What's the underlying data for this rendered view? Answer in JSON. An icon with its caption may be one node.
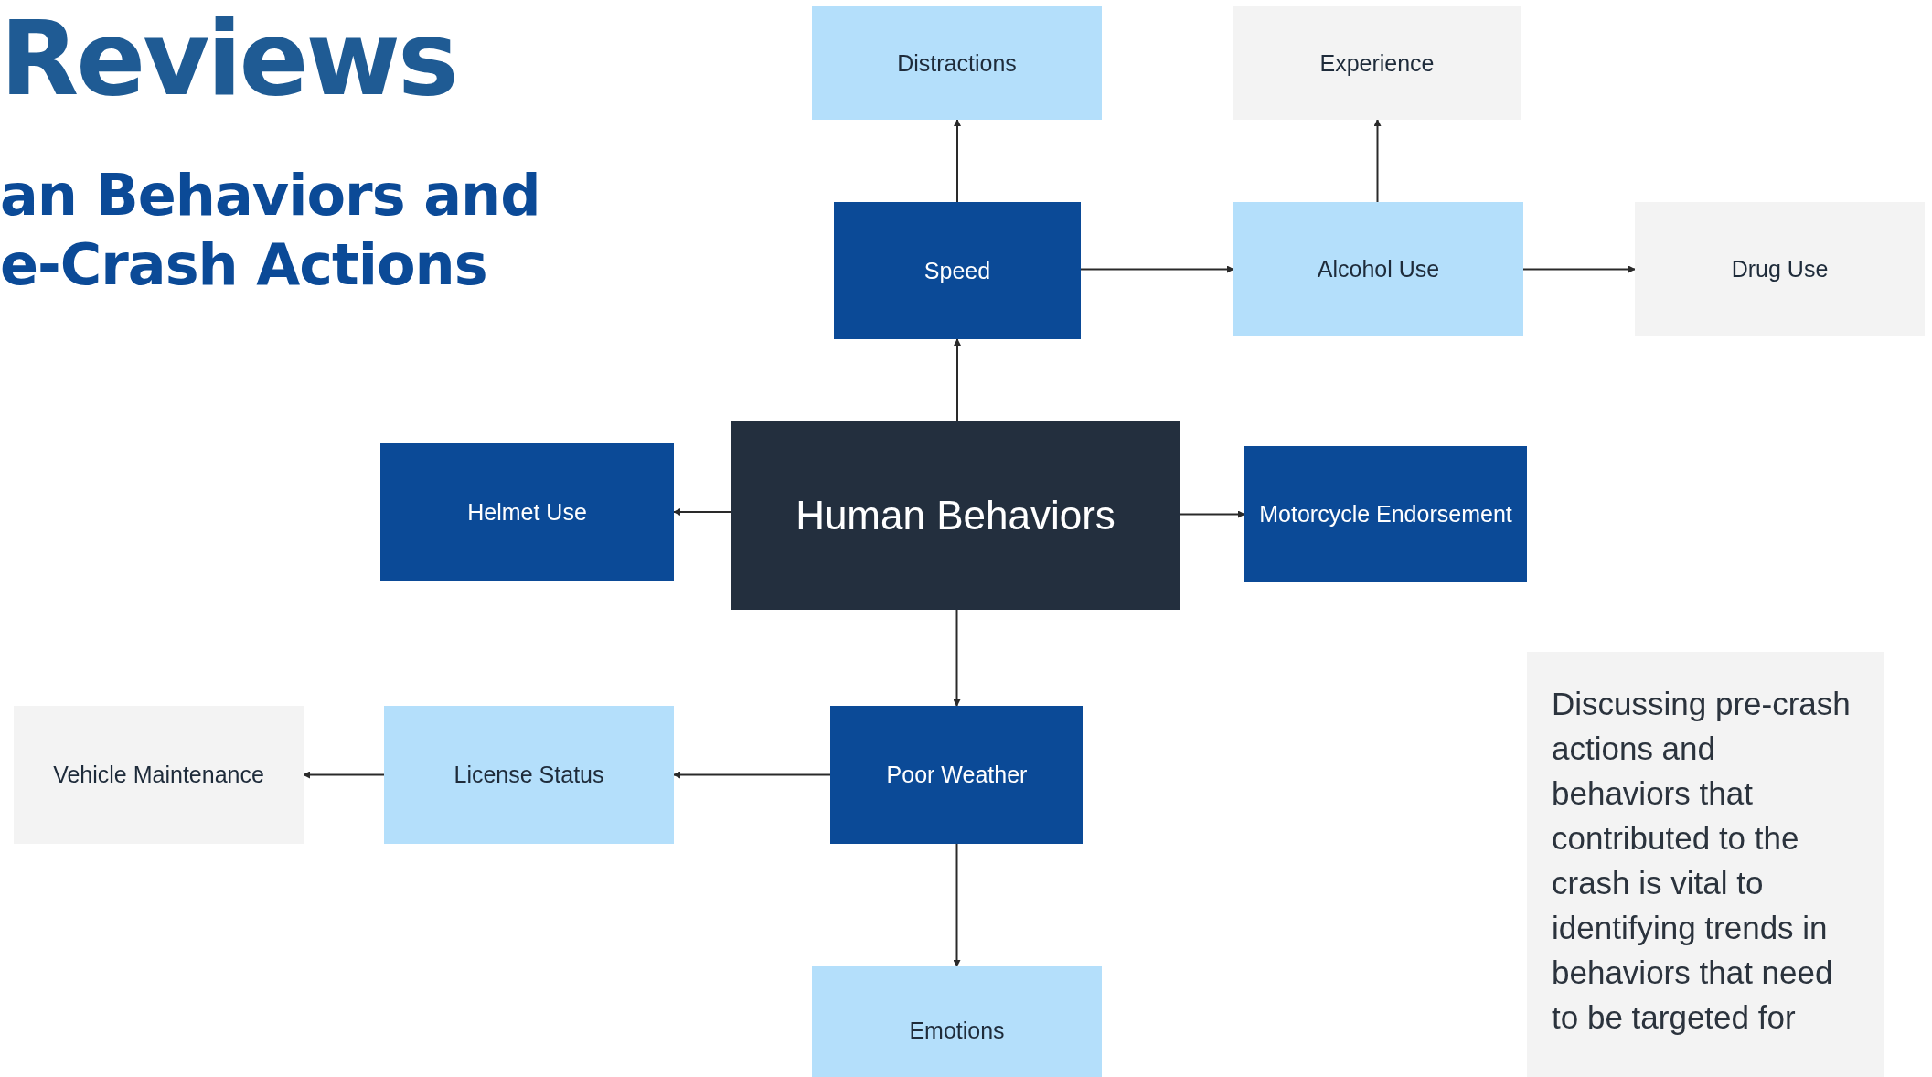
{
  "diagram": {
    "title": "Reviews",
    "nodes": [
      {
        "text": [
          "Distractions"
        ]
      },
      {
        "text": [
          "Experience"
        ]
      },
      {
        "text": [
          "Speed"
        ]
      },
      {
        "text": [
          "Alcohol Use"
        ]
      },
      {
        "text": [
          "Drug Use"
        ]
      },
      {
        "text": [
          "Helmet Use"
        ]
      },
      {
        "text": [
          "Human Behaviors"
        ]
      },
      {
        "text": [
          "Motorcycle Endorsement"
        ]
      },
      {
        "text": [
          "Discussing pre-crash actions and behaviors that contributed to the crash is vital to identifying trends in behaviors that need to be targeted for"
        ]
      },
      {
        "text": [
          "Vehicle Maintenance"
        ]
      },
      {
        "text": [
          "License Status"
        ]
      },
      {
        "text": [
          "Poor Weather"
        ]
      },
      {
        "text": [
          "Emotions"
        ]
      }
    ],
    "edges": [
      {
        "from": 6,
        "to": 2,
        "arrow": "to"
      },
      {
        "from": 2,
        "to": 0,
        "arrow": "to"
      },
      {
        "from": 2,
        "to": 3,
        "arrow": "to"
      },
      {
        "from": 3,
        "to": 1,
        "arrow": "to"
      },
      {
        "from": 3,
        "to": 4,
        "arrow": "to"
      },
      {
        "from": 6,
        "to": 5,
        "arrow": "to"
      },
      {
        "from": 6,
        "to": 7,
        "arrow": "to"
      },
      {
        "from": 6,
        "to": 11,
        "arrow": "to"
      },
      {
        "from": 11,
        "to": 10,
        "arrow": "to"
      },
      {
        "from": 10,
        "to": 9,
        "arrow": "to"
      },
      {
        "from": 11,
        "to": 12,
        "arrow": "to"
      }
    ],
    "labels": [
      "an Behaviors and e-Crash Actions"
    ]
  }
}
